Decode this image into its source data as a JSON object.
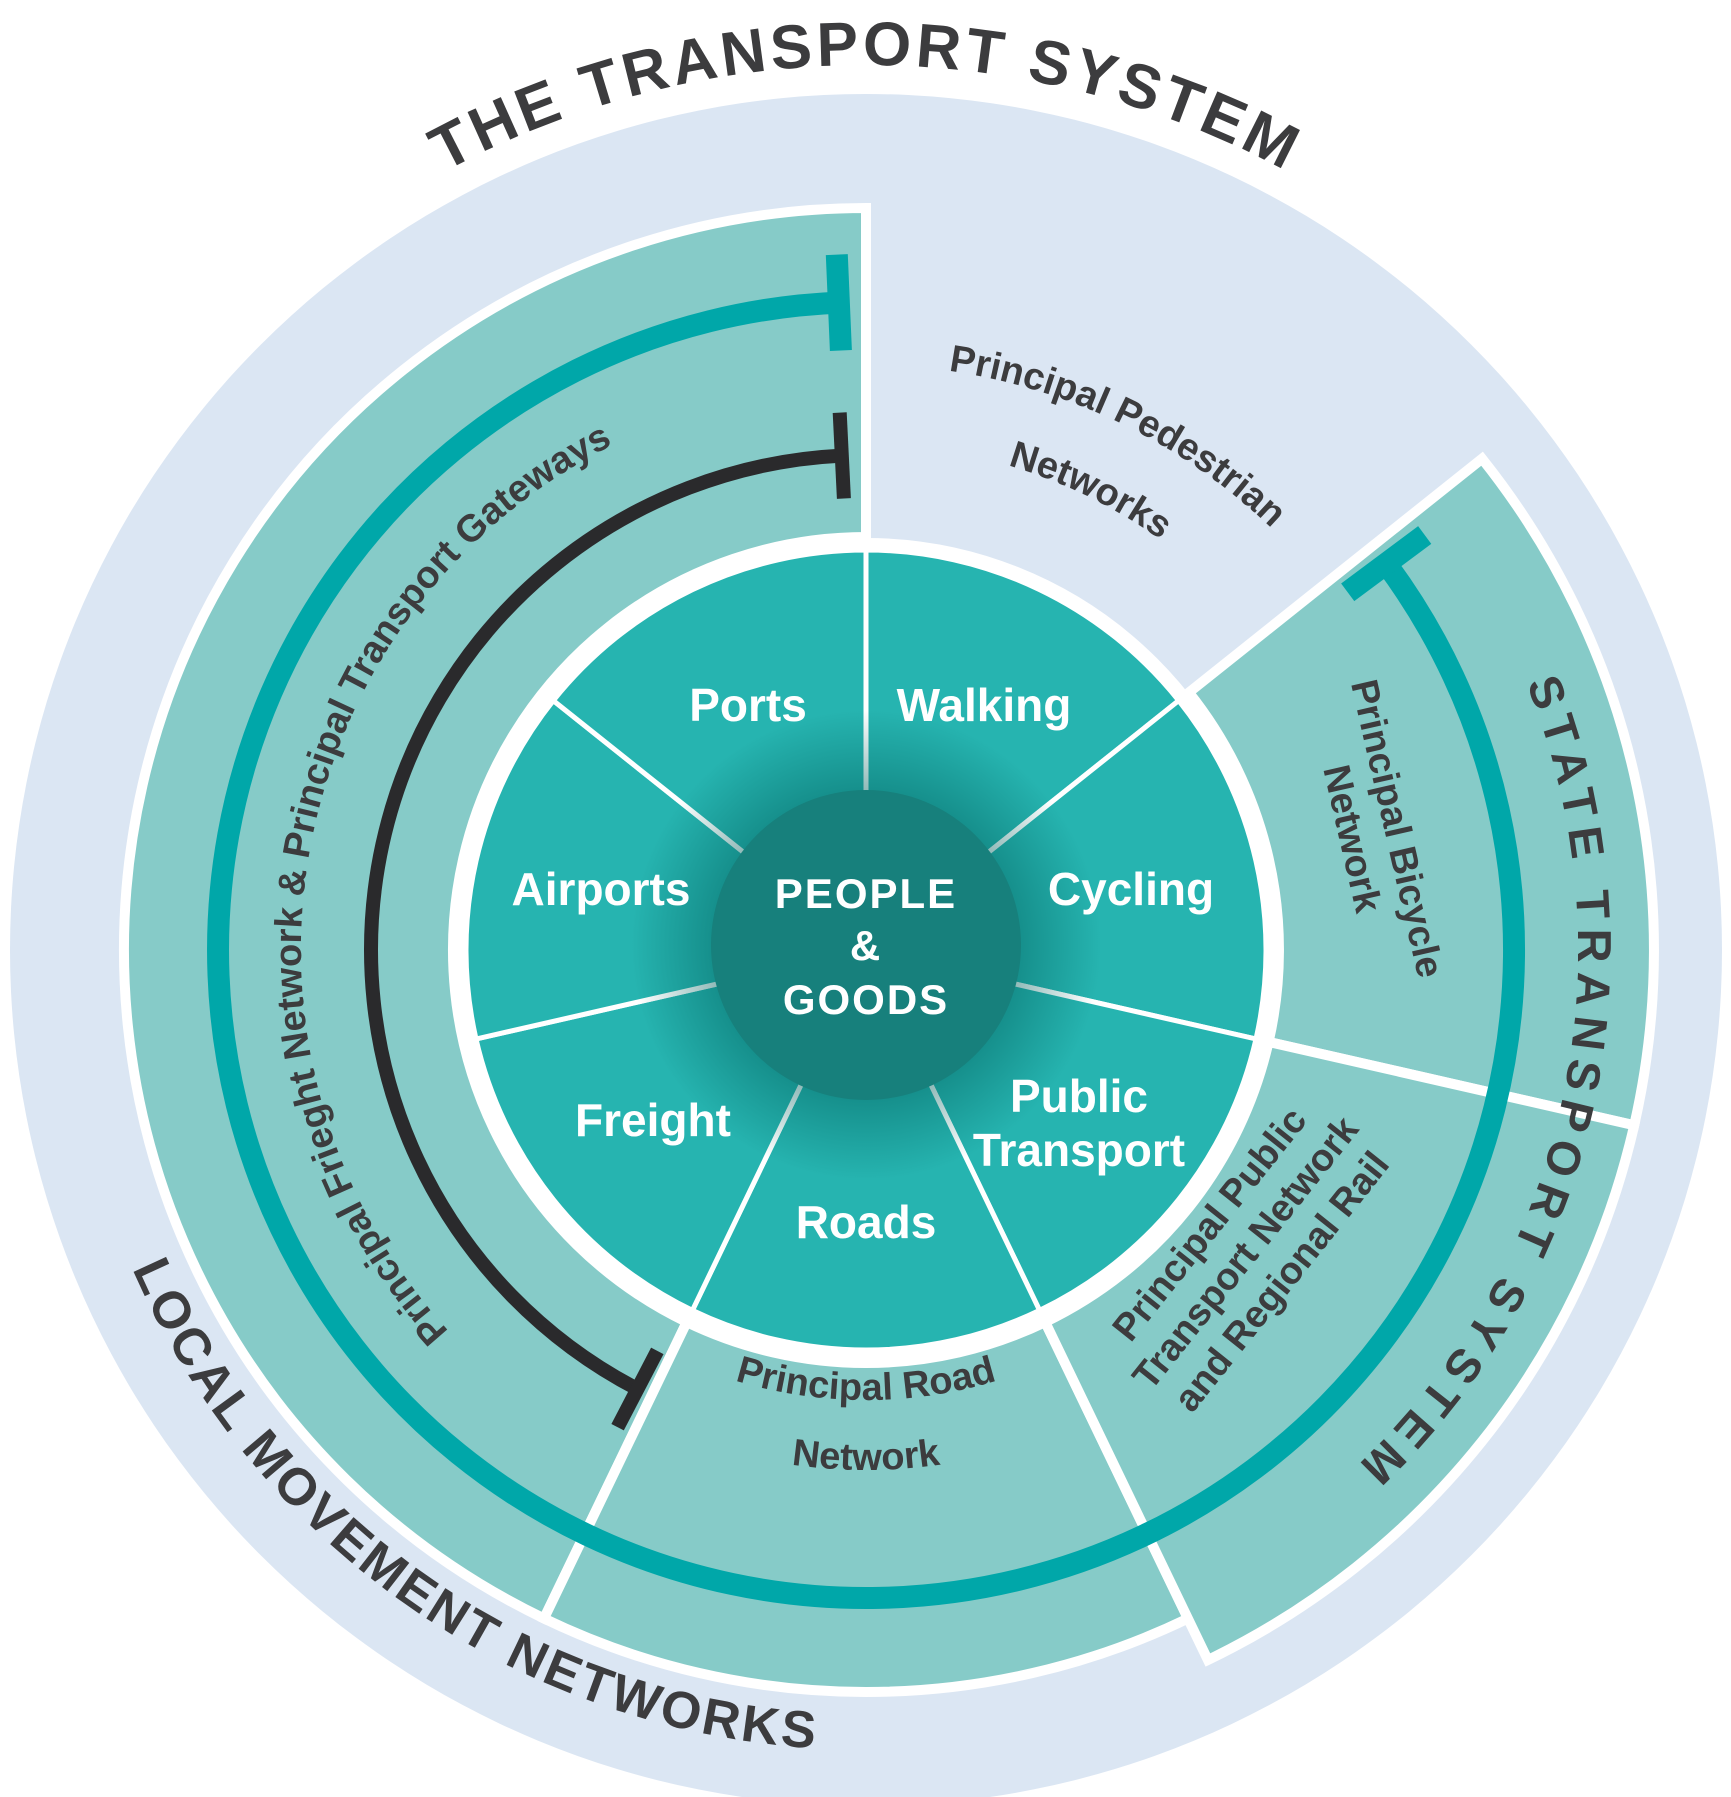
{
  "title": "THE TRANSPORT SYSTEM",
  "outer": {
    "local_label": "LOCAL MOVEMENT NETWORKS"
  },
  "state": {
    "label": "STATE TRANSPORT SYSTEM"
  },
  "center": {
    "line1": "PEOPLE",
    "line2": "&",
    "line3": "GOODS"
  },
  "segments": {
    "walking": "Walking",
    "cycling": "Cycling",
    "public1": "Public",
    "public2": "Transport",
    "roads": "Roads",
    "freight": "Freight",
    "airports": "Airports",
    "ports": "Ports"
  },
  "networks": {
    "pedestrian1": "Principal Pedestrian",
    "pedestrian2": "Networks",
    "bicycle1": "Principal Bicycle",
    "bicycle2": "Network",
    "public1": "Principal Public",
    "public2": "Transport Network",
    "public3": "and Regional Rail",
    "road1": "Principal Road",
    "road2": "Network",
    "freight": "Principal Frieght Network & Principal Transport Gateways"
  },
  "colors": {
    "background": "#ffffff",
    "outer_ring": "#dbe6f3",
    "mid_ring": "#86cbc8",
    "inner_wheel": "#26b4b0",
    "center_circle": "#17807c",
    "center_shadow": "#005f5c",
    "teal_arc": "#00a7a9",
    "black_arc": "#2a2a2c",
    "label_dark": "#3c3c3e",
    "label_light": "#ffffff"
  }
}
